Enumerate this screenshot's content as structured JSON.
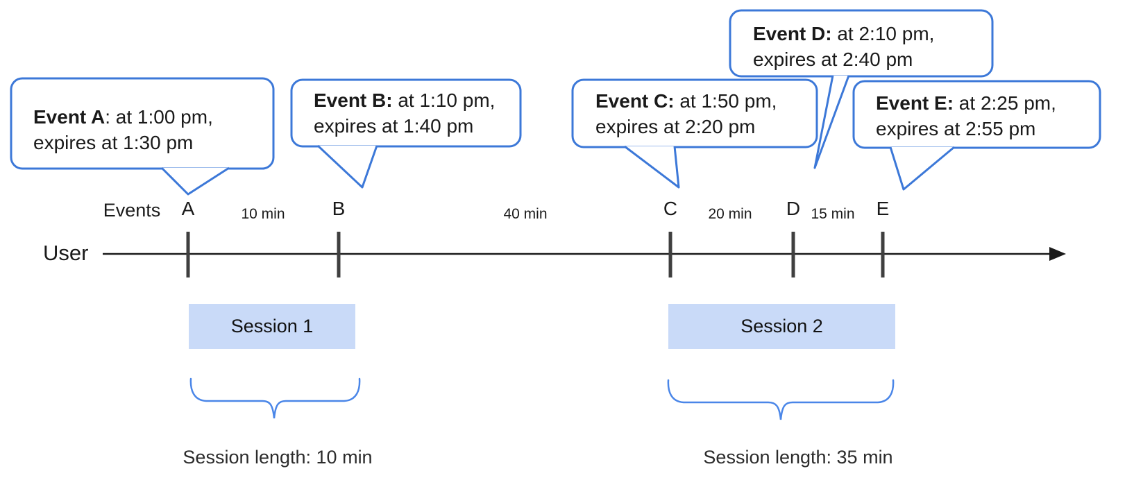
{
  "bubbles": [
    {
      "bold": "Event A",
      "rest": ": at 1:00 pm,",
      "line2": "expires at 1:30 pm"
    },
    {
      "bold": "Event B:",
      "rest": " at 1:10 pm,",
      "line2": "expires at 1:40 pm"
    },
    {
      "bold": "Event C:",
      "rest": " at 1:50 pm,",
      "line2": "expires at 2:20 pm"
    },
    {
      "bold": "Event D:",
      "rest": " at 2:10 pm,",
      "line2": "expires at 2:40 pm"
    },
    {
      "bold": "Event E:",
      "rest": " at 2:25 pm,",
      "line2": "expires at 2:55 pm"
    }
  ],
  "timeline": {
    "axis_label": "User",
    "events_label": "Events",
    "event_letters": [
      "A",
      "B",
      "C",
      "D",
      "E"
    ],
    "interval_labels": [
      "10 min",
      "40 min",
      "20 min",
      "15 min"
    ]
  },
  "sessions": [
    {
      "label": "Session 1",
      "length_label": "Session length: 10 min"
    },
    {
      "label": "Session 2",
      "length_label": "Session length: 35 min"
    }
  ],
  "colors": {
    "bubble_border": "#3c78d8",
    "brace": "#4a86e8",
    "session_fill": "#c9daf8",
    "tick": "#3f3f3f",
    "axis": "#1a1a1a"
  }
}
